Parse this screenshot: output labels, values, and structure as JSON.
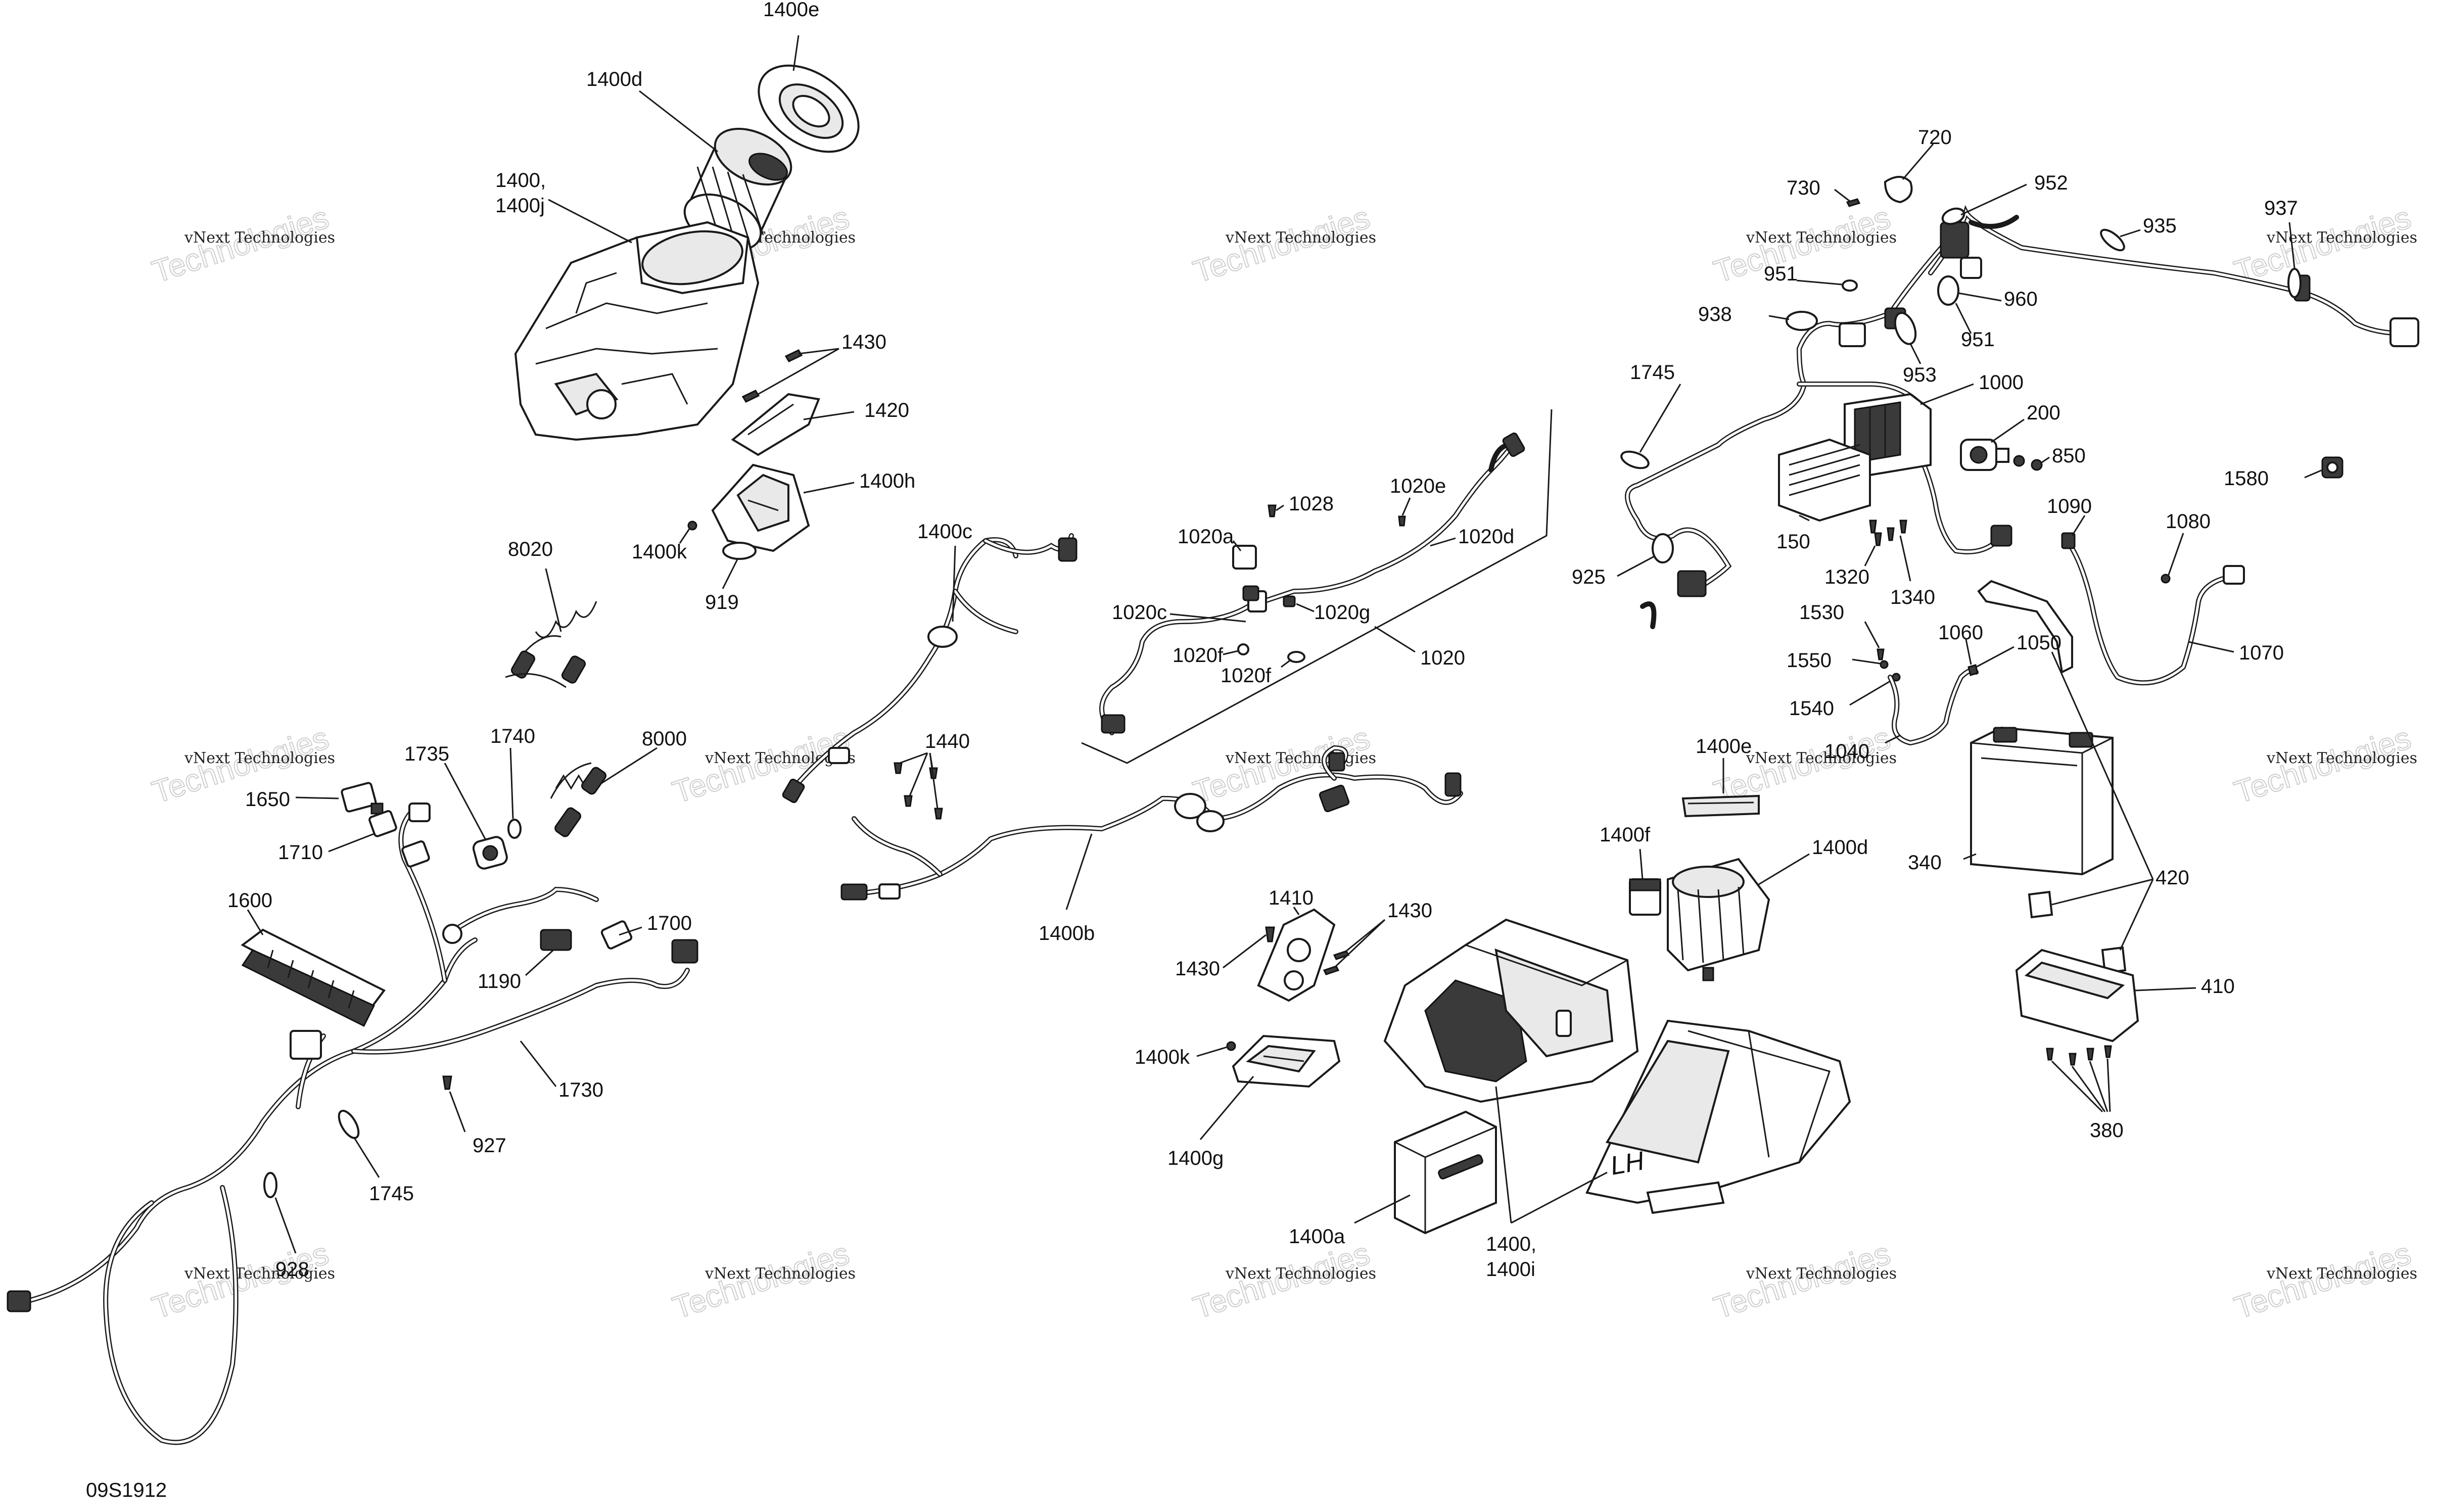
{
  "diagram_code": "09S1912",
  "watermark": {
    "line1": "vNext Technologies",
    "line2": "Technologies"
  },
  "labels": {
    "l1400e_top": "1400e",
    "l1400d_top": "1400d",
    "l1400_top": "1400,",
    "l1400j": "1400j",
    "l1430_top": "1430",
    "l1420": "1420",
    "l1400h": "1400h",
    "l1400k_top": "1400k",
    "l919": "919",
    "l8020": "8020",
    "l1400c": "1400c",
    "l1440": "1440",
    "l1400b": "1400b",
    "l1735": "1735",
    "l1740": "1740",
    "l8000": "8000",
    "l1650": "1650",
    "l1710": "1710",
    "l1600": "1600",
    "l1700": "1700",
    "l1190": "1190",
    "l1730": "1730",
    "l927": "927",
    "l1745_left": "1745",
    "l928": "928",
    "l1028": "1028",
    "l1020e": "1020e",
    "l1020a": "1020a",
    "l1020d": "1020d",
    "l1020c": "1020c",
    "l1020g": "1020g",
    "l1020f_a": "1020f",
    "l1020f_b": "1020f",
    "l1020": "1020",
    "l1410": "1410",
    "l1430_mid_a": "1430",
    "l1430_mid_b": "1430",
    "l1400k_mid": "1400k",
    "l1400g": "1400g",
    "l1400a": "1400a",
    "l1400_mid": "1400,",
    "l1400i": "1400i",
    "l1400e_mid": "1400e",
    "l1400f": "1400f",
    "l1400d_mid": "1400d",
    "l720": "720",
    "l730": "730",
    "l952": "952",
    "l935": "935",
    "l937": "937",
    "l951_a": "951",
    "l960": "960",
    "l938": "938",
    "l951_b": "951",
    "l953": "953",
    "l1745_right": "1745",
    "l1000": "1000",
    "l200": "200",
    "l850": "850",
    "l1580": "1580",
    "l150": "150",
    "l1320": "1320",
    "l1340": "1340",
    "l925": "925",
    "l1090": "1090",
    "l1080": "1080",
    "l1070": "1070",
    "l1530": "1530",
    "l1550": "1550",
    "l1540": "1540",
    "l1060": "1060",
    "l1050": "1050",
    "l1040": "1040",
    "l340": "340",
    "l420": "420",
    "l410": "410",
    "l380": "380"
  },
  "icons": [
    "connector-icon",
    "bolt-icon",
    "clip-icon"
  ]
}
